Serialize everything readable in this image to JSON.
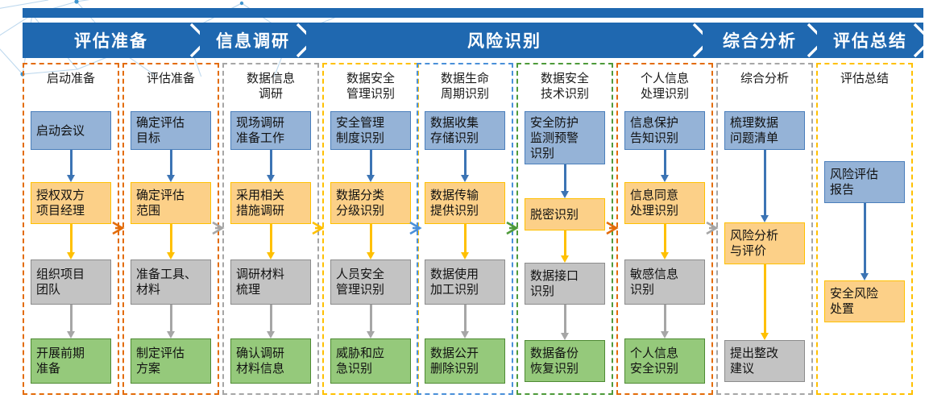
{
  "header": {
    "phases": [
      {
        "label": "评估准备"
      },
      {
        "label": "信息调研"
      },
      {
        "label": "风险识别"
      },
      {
        "label": "综合分析"
      },
      {
        "label": "评估总结"
      }
    ]
  },
  "columns": [
    {
      "title": "启动准备",
      "border_color": "#E36C0A",
      "nodes": [
        {
          "label": "启动会议",
          "style": "blue"
        },
        {
          "label": "授权双方\n项目经理",
          "style": "yellow"
        },
        {
          "label": "组织项目\n团队",
          "style": "gray"
        },
        {
          "label": "开展前期\n准备",
          "style": "green"
        }
      ]
    },
    {
      "title": "评估准备",
      "border_color": "#E36C0A",
      "nodes": [
        {
          "label": "确定评估\n目标",
          "style": "blue"
        },
        {
          "label": "确定评估\n范围",
          "style": "yellow"
        },
        {
          "label": "准备工具、\n材料",
          "style": "gray"
        },
        {
          "label": "制定评估\n方案",
          "style": "green"
        }
      ]
    },
    {
      "title": "数据信息\n调研",
      "border_color": "#A6A6A6",
      "nodes": [
        {
          "label": "现场调研\n准备工作",
          "style": "blue"
        },
        {
          "label": "采用相关\n措施调研",
          "style": "yellow"
        },
        {
          "label": "调研材料\n梳理",
          "style": "gray"
        },
        {
          "label": "确认调研\n材料信息",
          "style": "green"
        }
      ]
    },
    {
      "title": "数据安全\n管理识别",
      "border_color": "#FFC000",
      "nodes": [
        {
          "label": "安全管理\n制度识别",
          "style": "blue"
        },
        {
          "label": "数据分类\n分级识别",
          "style": "yellow"
        },
        {
          "label": "人员安全\n管理识别",
          "style": "gray"
        },
        {
          "label": "威胁和应\n急识别",
          "style": "green"
        }
      ]
    },
    {
      "title": "数据生命\n周期识别",
      "border_color": "#4A90D9",
      "nodes": [
        {
          "label": "数据收集\n存储识别",
          "style": "blue"
        },
        {
          "label": "数据传输\n提供识别",
          "style": "yellow"
        },
        {
          "label": "数据使用\n加工识别",
          "style": "gray"
        },
        {
          "label": "数据公开\n删除识别",
          "style": "green"
        }
      ]
    },
    {
      "title": "数据安全\n技术识别",
      "border_color": "#4E9A3A",
      "nodes": [
        {
          "label": "安全防护\n监测预警\n识别",
          "style": "blue"
        },
        {
          "label": "脱密识别",
          "style": "yellow"
        },
        {
          "label": "数据接口\n识别",
          "style": "gray"
        },
        {
          "label": "数据备份\n恢复识别",
          "style": "green"
        }
      ]
    },
    {
      "title": "个人信息\n处理识别",
      "border_color": "#E36C0A",
      "nodes": [
        {
          "label": "信息保护\n告知识别",
          "style": "blue"
        },
        {
          "label": "信息同意\n处理识别",
          "style": "yellow"
        },
        {
          "label": "敏感信息\n识别",
          "style": "gray"
        },
        {
          "label": "个人信息\n安全识别",
          "style": "green"
        }
      ]
    },
    {
      "title": "综合分析",
      "border_color": "#A6A6A6",
      "nodes": [
        {
          "label": "梳理数据\n问题清单",
          "style": "blue"
        },
        {
          "label": "风险分析\n与评价",
          "style": "yellow"
        },
        {
          "label": "提出整改\n建议",
          "style": "gray"
        }
      ]
    },
    {
      "title": "评估总结",
      "border_color": "#FFC000",
      "nodes": [
        {
          "label": "风险评估\n报告",
          "style": "blue"
        },
        {
          "label": "安全风险\n处置",
          "style": "yellow"
        }
      ]
    }
  ],
  "column_arrows": [
    {
      "color": "#E36C0A"
    },
    {
      "color": "#A6A6A6"
    },
    {
      "color": "#FFC000"
    },
    {
      "color": "#4A90D9"
    },
    {
      "color": "#4E9A3A"
    },
    {
      "color": "#E36C0A"
    },
    {
      "color": "#A6A6A6"
    }
  ],
  "palette": {
    "brand_blue": "#1F68B0",
    "node_blue_fill": "#95B3D7",
    "node_blue_border": "#4A7EBB",
    "node_yellow_fill": "#FCD088",
    "node_yellow_border": "#FFC000",
    "node_gray_fill": "#C3C3C3",
    "node_gray_border": "#8C8C8C",
    "node_green_fill": "#95C97B",
    "node_green_border": "#4E8A33"
  }
}
